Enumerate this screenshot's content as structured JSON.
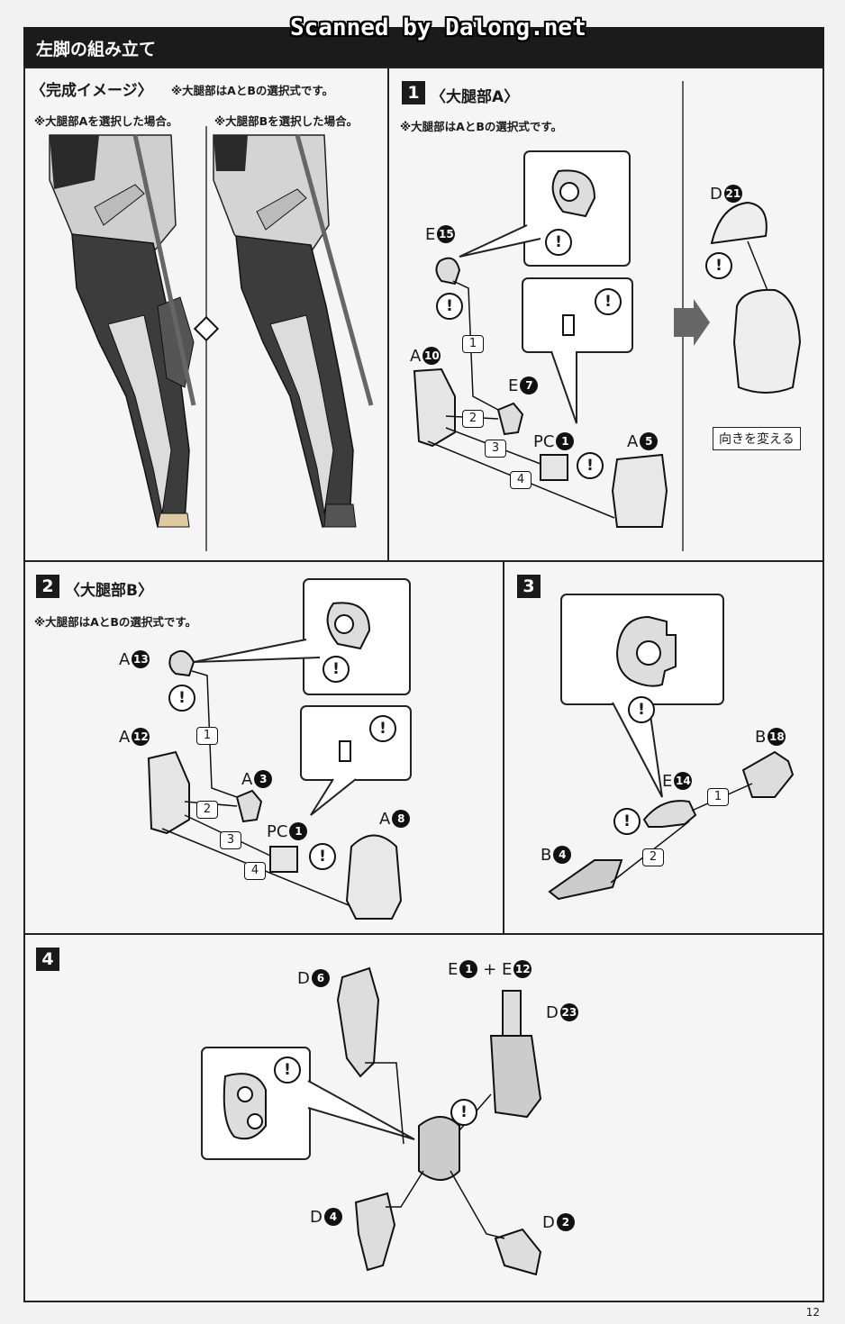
{
  "watermark": "Scanned by Dalong.net",
  "header": {
    "title": "左脚の組み立て"
  },
  "image_section": {
    "title": "〈完成イメージ〉",
    "note": "※大腿部はAとBの選択式です。",
    "left_caption": "※大腿部Aを選択した場合。",
    "right_caption": "※大腿部Bを選択した場合。"
  },
  "step1": {
    "number": "1",
    "title": "〈大腿部A〉",
    "note": "※大腿部はAとBの選択式です。",
    "parts": {
      "e15": {
        "letter": "E",
        "num": "15"
      },
      "a10": {
        "letter": "A",
        "num": "10"
      },
      "e7": {
        "letter": "E",
        "num": "7"
      },
      "pc1": {
        "letter": "PC",
        "num": "1"
      },
      "a5": {
        "letter": "A",
        "num": "5"
      },
      "d21": {
        "letter": "D",
        "num": "21"
      }
    },
    "seq": [
      "1",
      "2",
      "3",
      "4"
    ],
    "turn_label": "向きを変える"
  },
  "step2": {
    "number": "2",
    "title": "〈大腿部B〉",
    "note": "※大腿部はAとBの選択式です。",
    "parts": {
      "a13": {
        "letter": "A",
        "num": "13"
      },
      "a12": {
        "letter": "A",
        "num": "12"
      },
      "a3": {
        "letter": "A",
        "num": "3"
      },
      "pc1": {
        "letter": "PC",
        "num": "1"
      },
      "a8": {
        "letter": "A",
        "num": "8"
      }
    },
    "seq": [
      "1",
      "2",
      "3",
      "4"
    ]
  },
  "step3": {
    "number": "3",
    "parts": {
      "b18": {
        "letter": "B",
        "num": "18"
      },
      "e14": {
        "letter": "E",
        "num": "14"
      },
      "b4": {
        "letter": "B",
        "num": "4"
      }
    },
    "seq": [
      "1",
      "2"
    ]
  },
  "step4": {
    "number": "4",
    "parts": {
      "d6": {
        "letter": "D",
        "num": "6"
      },
      "e1": {
        "letter": "E",
        "num": "1"
      },
      "e12": {
        "letter": "E",
        "num": "12"
      },
      "d23": {
        "letter": "D",
        "num": "23"
      },
      "d4": {
        "letter": "D",
        "num": "4"
      },
      "d2": {
        "letter": "D",
        "num": "2"
      }
    },
    "plus": "+"
  },
  "warning_symbol": "!",
  "page_number": "12"
}
